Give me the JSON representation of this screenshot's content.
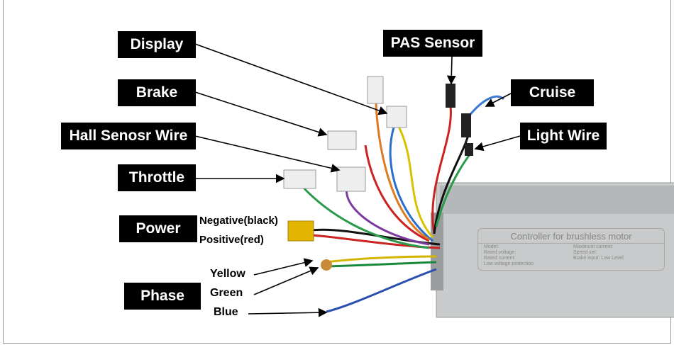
{
  "labels": {
    "display": "Display",
    "brake": "Brake",
    "hall": "Hall Senosr Wire",
    "throttle": "Throttle",
    "power": "Power",
    "phase": "Phase",
    "pas": "PAS Sensor",
    "cruise": "Cruise",
    "light": "Light Wire"
  },
  "notes": {
    "negative": "Negative(black)",
    "positive": "Positive(red)",
    "yellow": "Yellow",
    "green": "Green",
    "blue": "Blue"
  },
  "controller": {
    "title": "Controller for brushless motor",
    "fields": [
      "Model:",
      "Maximum current:",
      "Rated voltage:",
      "Speed set:",
      "Rated current:",
      "Brake input: Low Level",
      "Low voltage protection",
      ""
    ]
  },
  "colors": {
    "label_bg": "#000000",
    "controller": "#c8cacb"
  }
}
